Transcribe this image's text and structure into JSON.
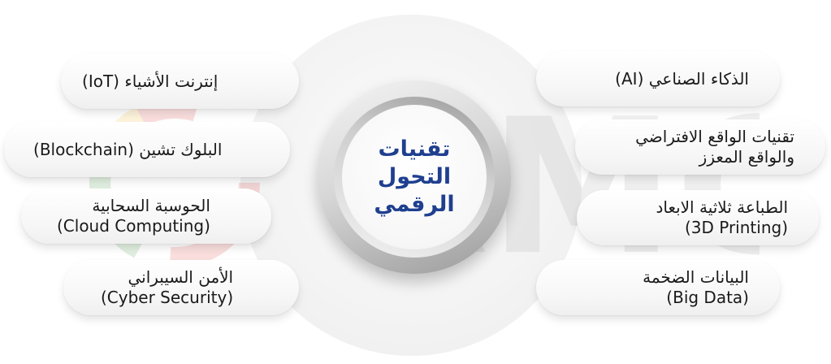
{
  "center": {
    "title_line1": "تقنيات",
    "title_line2": "التحول الرقمي",
    "title_color": "#1f3f8f"
  },
  "left_items": [
    {
      "ar": "إنترنت الأشياء",
      "en": "(IoT)"
    },
    {
      "ar": "البلوك تشين",
      "en": "(Blockchain)"
    },
    {
      "ar": "الحوسبة السحابية",
      "en": "(Cloud Computing)"
    },
    {
      "ar": "الأمن السيبراني",
      "en": "(Cyber Security)"
    }
  ],
  "right_items": [
    {
      "ar": "الذكاء الصناعي",
      "en": "(AI)"
    },
    {
      "ar": "تقنيات الواقع الافتراضي",
      "ar2": "والواقع المعزز"
    },
    {
      "ar": "الطباعة ثلاثية الابعاد",
      "en": "(3D Printing)"
    },
    {
      "ar": "البيانات الضخمة",
      "en": "(Big Data)"
    }
  ],
  "watermark": {
    "text": "RMG"
  }
}
